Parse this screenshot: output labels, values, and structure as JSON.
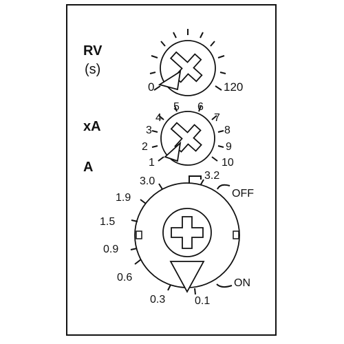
{
  "rv_dial": {
    "title": "RV",
    "unit": "(s)",
    "min_label": "0",
    "max_label": "120"
  },
  "xa_dial": {
    "title": "xA",
    "scale_labels": [
      "1",
      "2",
      "3",
      "4",
      "5",
      "6",
      "7",
      "8",
      "9",
      "10"
    ]
  },
  "a_dial": {
    "title": "A",
    "scale_labels": [
      "0.1",
      "0.3",
      "0.6",
      "0.9",
      "1.5",
      "1.9",
      "3.0",
      "3.2"
    ],
    "off_label": "OFF",
    "on_label": "ON"
  }
}
